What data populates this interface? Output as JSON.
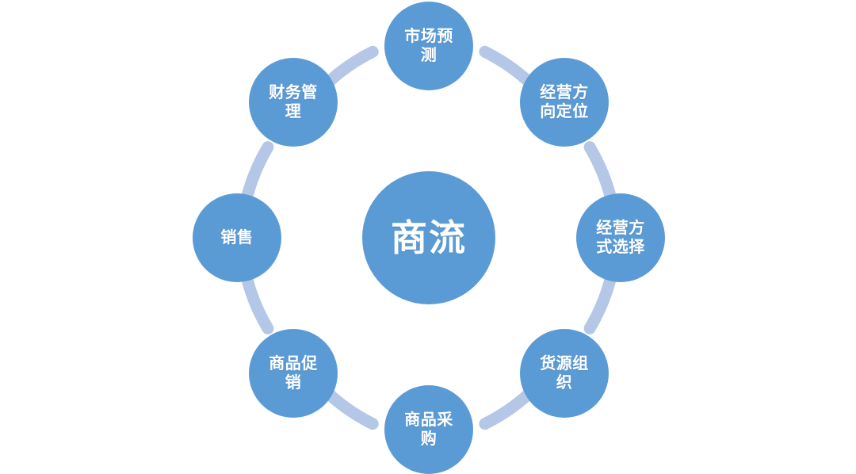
{
  "diagram": {
    "title": "商流",
    "type": "cycle",
    "node_count": 8,
    "colors": {
      "node_fill": "#5B9BD5",
      "ring_arc": "#B4C7E7",
      "label_text": "#FFFFFF",
      "background": "#FFFFFF"
    },
    "hub": {
      "label": "商流"
    },
    "nodes": [
      {
        "position": "top",
        "label": "市场预测"
      },
      {
        "position": "top-right",
        "label": "经营方向定位"
      },
      {
        "position": "right",
        "label": "经营方式选择"
      },
      {
        "position": "bottom-right",
        "label": "货源组织"
      },
      {
        "position": "bottom",
        "label": "商品采购"
      },
      {
        "position": "bottom-left",
        "label": "商品促销"
      },
      {
        "position": "left",
        "label": "销售"
      },
      {
        "position": "top-left",
        "label": "财务管理"
      }
    ]
  }
}
